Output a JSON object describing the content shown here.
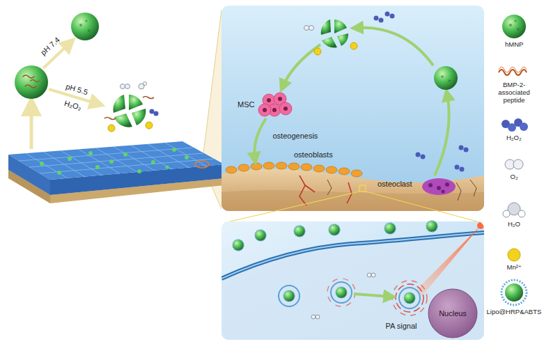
{
  "diagram": {
    "nodes": [
      {
        "text": [
          "Nucleus"
        ]
      }
    ],
    "labels": [
      "pH 7.4",
      "pH 5.5",
      "H₂O₂",
      "MSC",
      "osteogenesis",
      "osteoblasts",
      "osteoclast",
      "PA signal"
    ],
    "legend": [
      {
        "text": "hMNP"
      },
      {
        "text": "BMP-2-associated peptide"
      },
      {
        "text": "H₂O₂"
      },
      {
        "text": "O₂"
      },
      {
        "text": "H₂O"
      },
      {
        "text": "Mn²⁺"
      },
      {
        "text": "Lipo@HRP&ABTS"
      }
    ]
  }
}
